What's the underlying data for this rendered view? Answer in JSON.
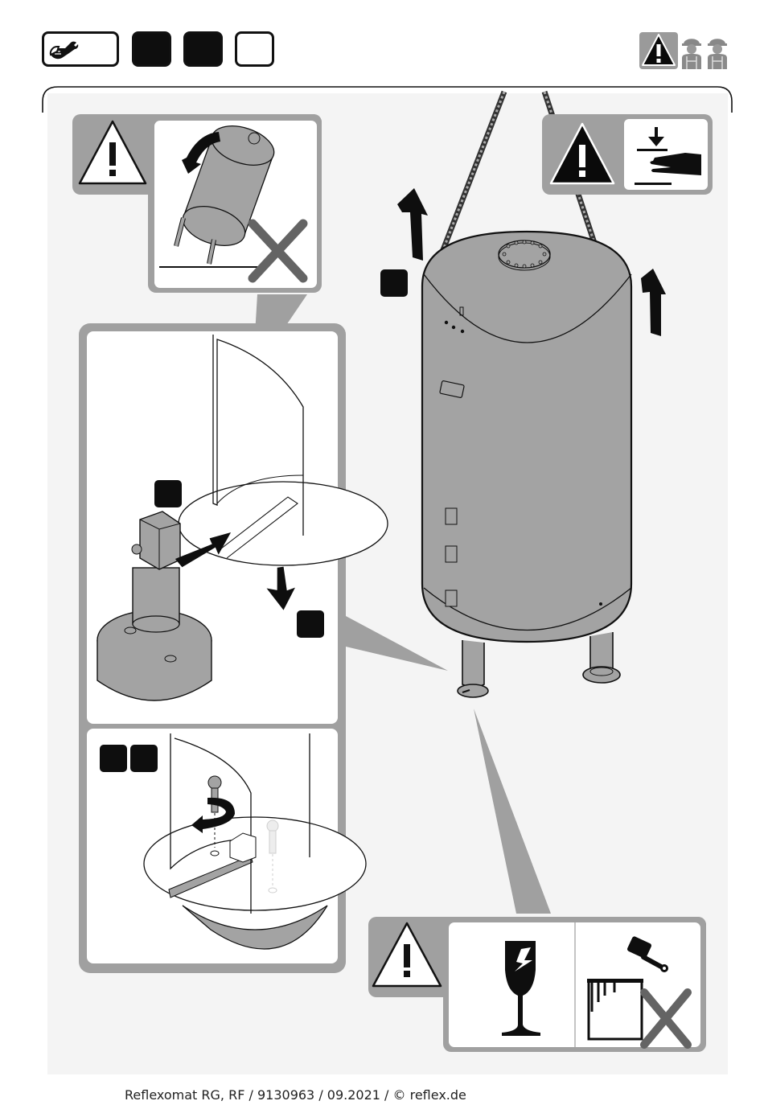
{
  "header": {
    "tool_icon": "wrench-hand-icon",
    "step_boxes": [
      {
        "state": "outline-wide",
        "icon": "wrench-hand-icon"
      },
      {
        "state": "filled"
      },
      {
        "state": "filled"
      },
      {
        "state": "empty"
      }
    ],
    "right_icons": [
      "warning-triangle-icon",
      "worker-icon",
      "worker-icon"
    ]
  },
  "diagram": {
    "subject": "vessel",
    "callouts": [
      {
        "id": "tilt-warning",
        "icons": [
          "warning-triangle-icon",
          "tilting-vessel-icon",
          "prohibited-x-icon"
        ]
      },
      {
        "id": "crush-warning",
        "icons": [
          "warning-triangle-icon",
          "hand-crush-icon"
        ]
      },
      {
        "id": "fragile-paint-warning",
        "icons": [
          "warning-triangle-icon",
          "fragile-glass-icon",
          "paint-bucket-brush-icon",
          "prohibited-x-icon"
        ]
      }
    ],
    "step_markers": [
      "lift",
      "insert-sensor",
      "lower",
      "bolt-a",
      "bolt-b"
    ],
    "colors": {
      "frame_gray": "#a0a0a0",
      "vessel_gray": "#a3a3a3",
      "background": "#f4f4f4",
      "black": "#0e0e0e",
      "cross_gray": "#646464"
    }
  },
  "footer": {
    "text": "Reflexomat RG, RF / 9130963 / 09.2021 / © reflex.de"
  }
}
